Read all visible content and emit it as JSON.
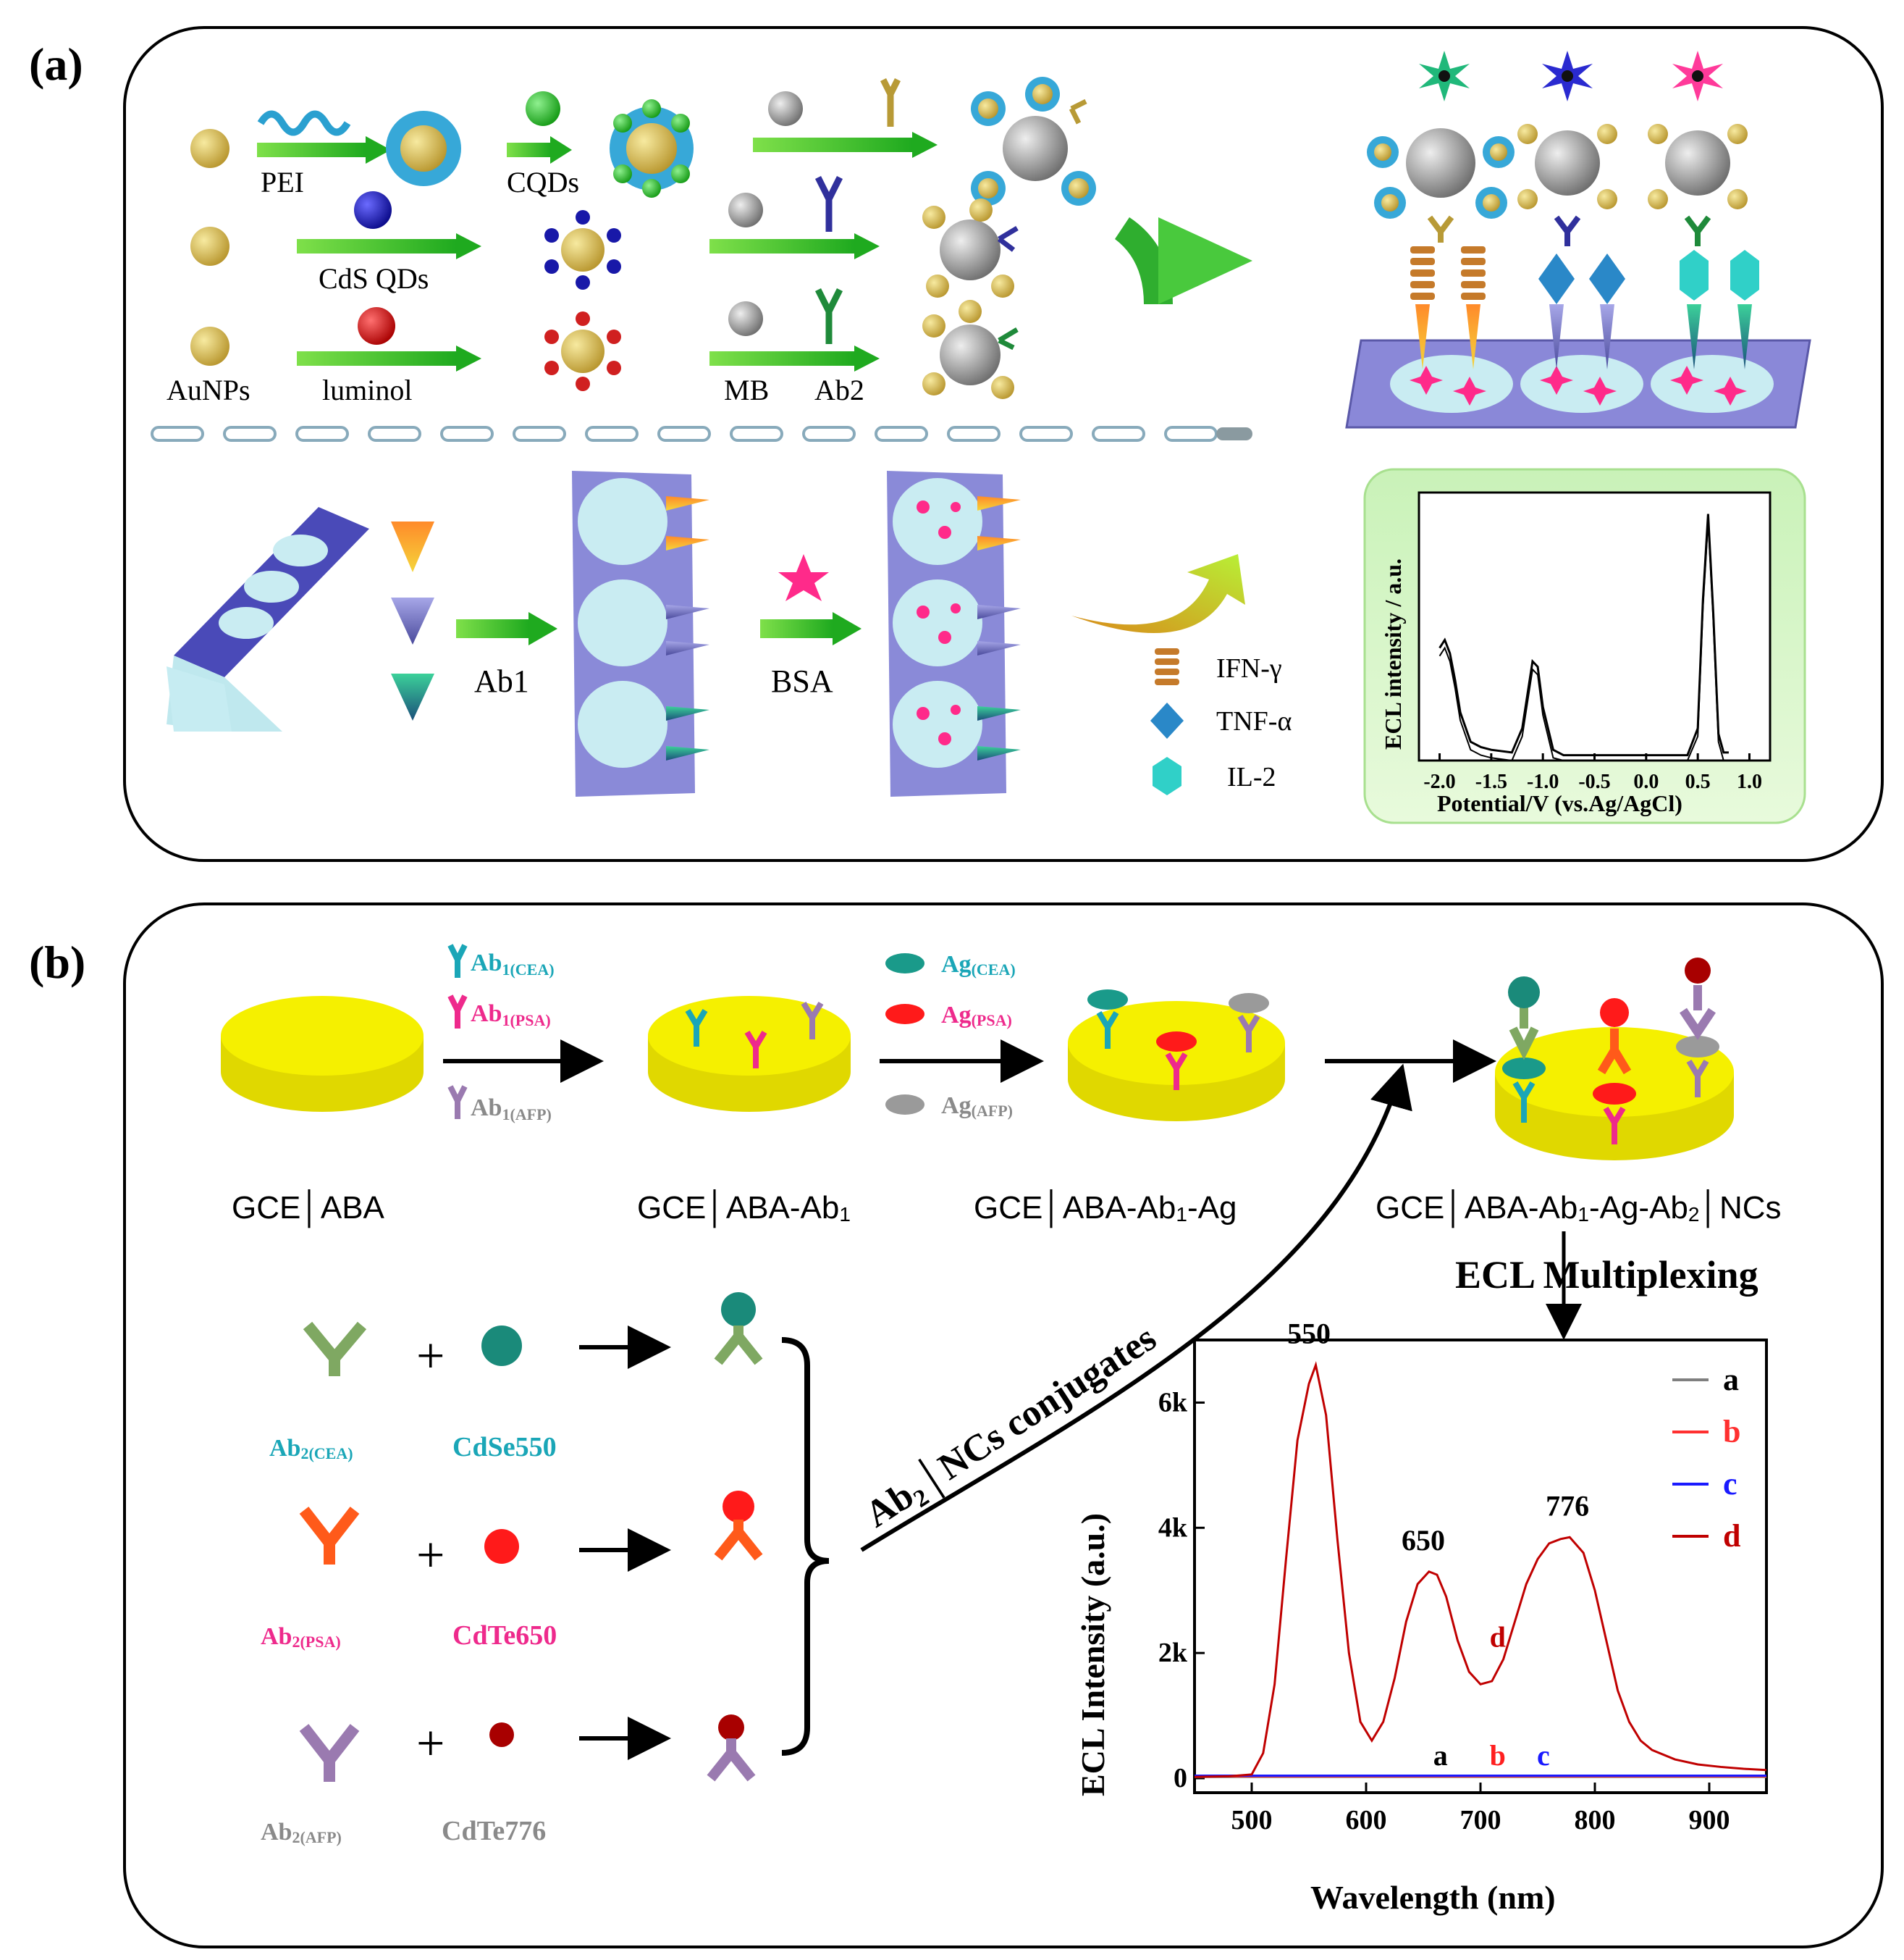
{
  "panel_a": {
    "label": "(a)",
    "labels": {
      "pei": "PEI",
      "cqds": "CQDs",
      "cds_qds": "CdS QDs",
      "aunps": "AuNPs",
      "luminol": "luminol",
      "mb": "MB",
      "ab2": "Ab2",
      "ab1": "Ab1",
      "bsa": "BSA"
    },
    "legend": {
      "ifn": "IFN-γ",
      "tnf": "TNF-α",
      "il2": "IL-2"
    },
    "inset_chart": {
      "ylabel": "ECL intensity / a.u.",
      "xlabel": "Potential/V (vs.Ag/AgCl)",
      "ticks": [
        "-2.0",
        "-1.5",
        "-1.0",
        "-0.5",
        "0.0",
        "0.5",
        "1.0"
      ]
    }
  },
  "panel_b": {
    "label": "(b)",
    "ab1_labels": {
      "cea_main": "Ab",
      "cea_sub": "1(CEA)",
      "psa_main": "Ab",
      "psa_sub": "1(PSA)",
      "afp_main": "Ab",
      "afp_sub": "1(AFP)"
    },
    "ag_labels": {
      "cea_main": "Ag",
      "cea_sub": "(CEA)",
      "psa_main": "Ag",
      "psa_sub": "(PSA)",
      "afp_main": "Ag",
      "afp_sub": "(AFP)"
    },
    "electrodes": {
      "e1": "GCE│ABA",
      "e2_main": "GCE│ABA-Ab",
      "e2_sub": "1",
      "e3_main": "GCE│ABA-Ab",
      "e3_sub": "1",
      "e3_tail": "-Ag",
      "e4_main": "GCE│ABA-Ab",
      "e4_sub": "1",
      "e4_mid": "-Ag-Ab",
      "e4_sub2": "2",
      "e4_tail": "│NCs"
    },
    "multiplexing": "ECL Multiplexing",
    "conjugates_main": "Ab",
    "conjugates_sub": "2",
    "conjugates_tail": "│NCs conjugates",
    "ab2_labels": {
      "cea_main": "Ab",
      "cea_sub": "2(CEA)",
      "psa_main": "Ab",
      "psa_sub": "2(PSA)",
      "afp_main": "Ab",
      "afp_sub": "2(AFP)"
    },
    "nc_labels": {
      "cdse550": "CdSe550",
      "cdte650": "CdTe650",
      "cdte776": "CdTe776"
    },
    "colors": {
      "cea": "#1aa6b7",
      "psa": "#ee2a8c",
      "afp": "#8a8a8a",
      "yellow": "#f5f000"
    }
  },
  "chart_data": [
    {
      "type": "line",
      "xlabel": "Potential/V (vs.Ag/AgCl)",
      "ylabel": "ECL intensity / a.u.",
      "xlim": [
        -2.2,
        1.2
      ],
      "x_ticks": [
        -2.0,
        -1.5,
        -1.0,
        -0.5,
        0.0,
        0.5,
        1.0
      ],
      "series": [
        {
          "x": [
            -2.0,
            -1.95,
            -1.9,
            -1.85,
            -1.8,
            -1.7,
            -1.6,
            -1.5,
            -1.3,
            -1.2,
            -1.1,
            -1.05,
            -1.0,
            -0.9,
            -0.8,
            -0.5,
            0.0,
            0.4,
            0.5,
            0.55,
            0.6,
            0.65,
            0.7,
            0.75,
            0.8
          ],
          "y": [
            0.42,
            0.45,
            0.4,
            0.3,
            0.18,
            0.07,
            0.05,
            0.04,
            0.03,
            0.12,
            0.37,
            0.35,
            0.2,
            0.04,
            0.02,
            0.02,
            0.02,
            0.02,
            0.12,
            0.6,
            0.92,
            0.55,
            0.1,
            0.03,
            0.03
          ]
        }
      ]
    },
    {
      "type": "line",
      "xlabel": "Wavelength (nm)",
      "ylabel": "ECL Intensity (a.u.)",
      "xlim": [
        450,
        950
      ],
      "ylim": [
        0,
        7000
      ],
      "x_ticks": [
        500,
        600,
        700,
        800,
        900
      ],
      "y_tick_labels": [
        "0",
        "2k",
        "4k",
        "6k"
      ],
      "y_ticks": [
        0,
        2000,
        4000,
        6000
      ],
      "peak_labels": [
        "550",
        "650",
        "776"
      ],
      "peak_x": [
        550,
        650,
        776
      ],
      "legend": [
        "a",
        "b",
        "c",
        "d"
      ],
      "series": [
        {
          "name": "a",
          "color": "#7f7f7f",
          "x": [
            450,
            950
          ],
          "y": [
            20,
            20
          ]
        },
        {
          "name": "b",
          "color": "#ff3030",
          "x": [
            450,
            950
          ],
          "y": [
            30,
            30
          ]
        },
        {
          "name": "c",
          "color": "#1a1aff",
          "x": [
            450,
            950
          ],
          "y": [
            40,
            40
          ]
        },
        {
          "name": "d",
          "color": "#c00000",
          "x": [
            450,
            480,
            500,
            510,
            520,
            530,
            540,
            550,
            556,
            565,
            575,
            585,
            595,
            605,
            615,
            625,
            635,
            645,
            655,
            662,
            670,
            680,
            690,
            700,
            710,
            720,
            730,
            740,
            750,
            760,
            770,
            778,
            790,
            800,
            810,
            820,
            830,
            840,
            850,
            870,
            890,
            910,
            930,
            950
          ],
          "y": [
            20,
            30,
            60,
            400,
            1500,
            3500,
            5400,
            6300,
            6600,
            5800,
            3800,
            2000,
            900,
            600,
            900,
            1600,
            2500,
            3100,
            3300,
            3250,
            2900,
            2200,
            1700,
            1500,
            1550,
            1900,
            2500,
            3100,
            3500,
            3750,
            3820,
            3850,
            3600,
            3000,
            2200,
            1400,
            900,
            600,
            450,
            300,
            220,
            180,
            150,
            130
          ]
        }
      ],
      "curve_labels": [
        "a",
        "b",
        "c",
        "d"
      ]
    }
  ]
}
